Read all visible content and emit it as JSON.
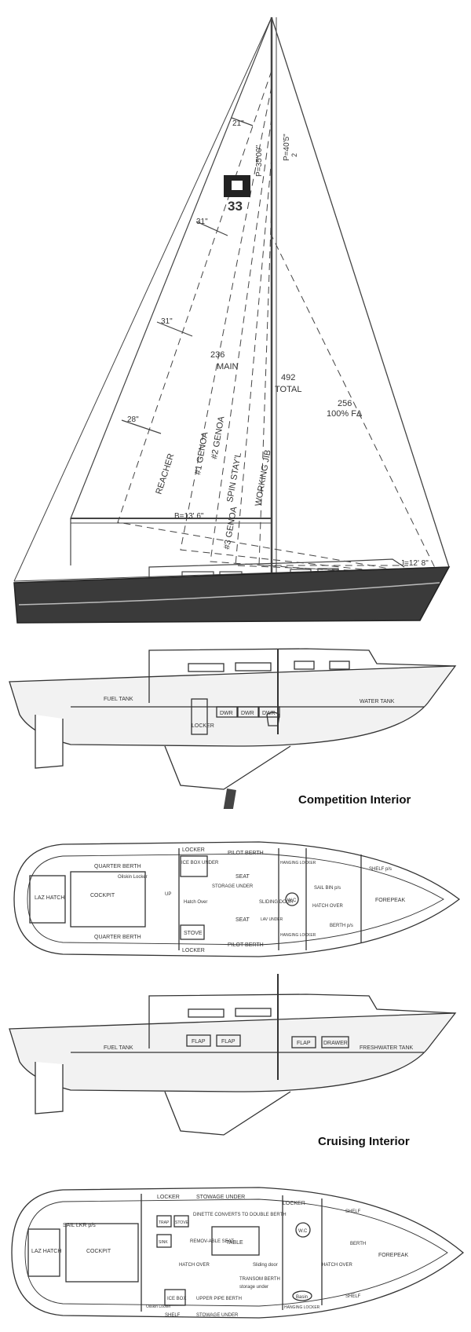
{
  "sailplan": {
    "logo": "33",
    "dims": {
      "p": "P=35'00\"",
      "p2": "P=40'5\"",
      "p2_sub": "2",
      "b": "B=13' 6\"",
      "j": "J=12' 8\"",
      "batten1": "21\"",
      "batten2": "31\"",
      "batten3": "31\"",
      "batten4": "28\""
    },
    "areas": {
      "main_val": "236",
      "main_label": "MAIN",
      "total_val": "492",
      "total_label": "TOTAL",
      "fore_val": "256",
      "fore_label": "100% FΔ"
    },
    "sails": {
      "reacher": "REACHER",
      "genoa1": "#1 GENOA",
      "genoa2": "#2 GENOA",
      "spin": "SPIN STAY'L",
      "working": "WORKING JIB",
      "genoa3": "#3 GENOA"
    }
  },
  "competition": {
    "caption": "Competition Interior",
    "profile": {
      "fuel_tank": "FUEL TANK",
      "locker": "LOCKER",
      "dwr1": "DWR",
      "dwr2": "DWR",
      "dwr3": "DWR",
      "water_tank": "WATER TANK"
    },
    "plan": {
      "laz_hatch": "LAZ HATCH",
      "cockpit": "COCKPIT",
      "quarter_berth_top": "QUARTER BERTH",
      "quarter_berth_bot": "QUARTER BERTH",
      "chart_locker": "Oilskin Locker",
      "icebox": "ICE BOX UNDER",
      "locker_top": "LOCKER",
      "locker_bot": "LOCKER",
      "pilot_top": "PILOT BERTH",
      "pilot_bot": "PILOT BERTH",
      "seat_top": "SEAT",
      "seat_bot": "SEAT",
      "storage": "STORAGE UNDER",
      "hatch_over": "Hatch Over",
      "stove": "STOVE",
      "hanging_top": "HANGING LOCKER",
      "hanging_bot": "HANGING LOCKER",
      "wc": "W.C",
      "sliding": "SLIDING DOOR",
      "sailbin": "SAIL BIN p/s",
      "hatch2": "HATCH OVER",
      "shelf": "SHELF p/s",
      "forepeak": "FOREPEAK",
      "berth": "BERTH p/s",
      "lav": "LAV UNDER",
      "up": "UP"
    }
  },
  "cruising": {
    "caption": "Cruising Interior",
    "profile": {
      "fuel_tank": "FUEL TANK",
      "flap1": "FLAP",
      "flap2": "FLAP",
      "flap3": "FLAP",
      "drawer": "DRAWER",
      "freshwater": "FRESHWATER TANK"
    },
    "plan": {
      "laz_hatch": "LAZ HATCH",
      "cockpit": "COCKPIT",
      "sail_lkr": "SAIL LKR p/s",
      "locker_top": "LOCKER",
      "stowage_top": "STOWAGE UNDER",
      "locker_top2": "LOCKER",
      "dinette": "DINETTE CONVERTS TO DOUBLE BERTH",
      "removable": "REMOV-ABLE SEAT",
      "table": "TABLE",
      "hatch_over": "HATCH OVER",
      "sliding": "Sliding door",
      "wc": "W.C",
      "hatch2": "HATCH OVER",
      "berth": "BERTH",
      "forepeak": "FOREPEAK",
      "shelf_top": "SHELF",
      "shelf_bot": "SHELF",
      "transom": "TRANSOM BERTH",
      "storage_under": "storage under",
      "upper_pipe": "UPPER PIPE BERTH",
      "basin": "Basin",
      "hanging": "HANGING LOCKER",
      "icebox": "ICE BOX",
      "oilskin": "Oilskin Locker",
      "shelf_bot2": "SHELF",
      "stowage_bot": "STOWAGE UNDER",
      "trap": "TRAP",
      "sink": "SINK",
      "stove": "STOVE"
    }
  }
}
